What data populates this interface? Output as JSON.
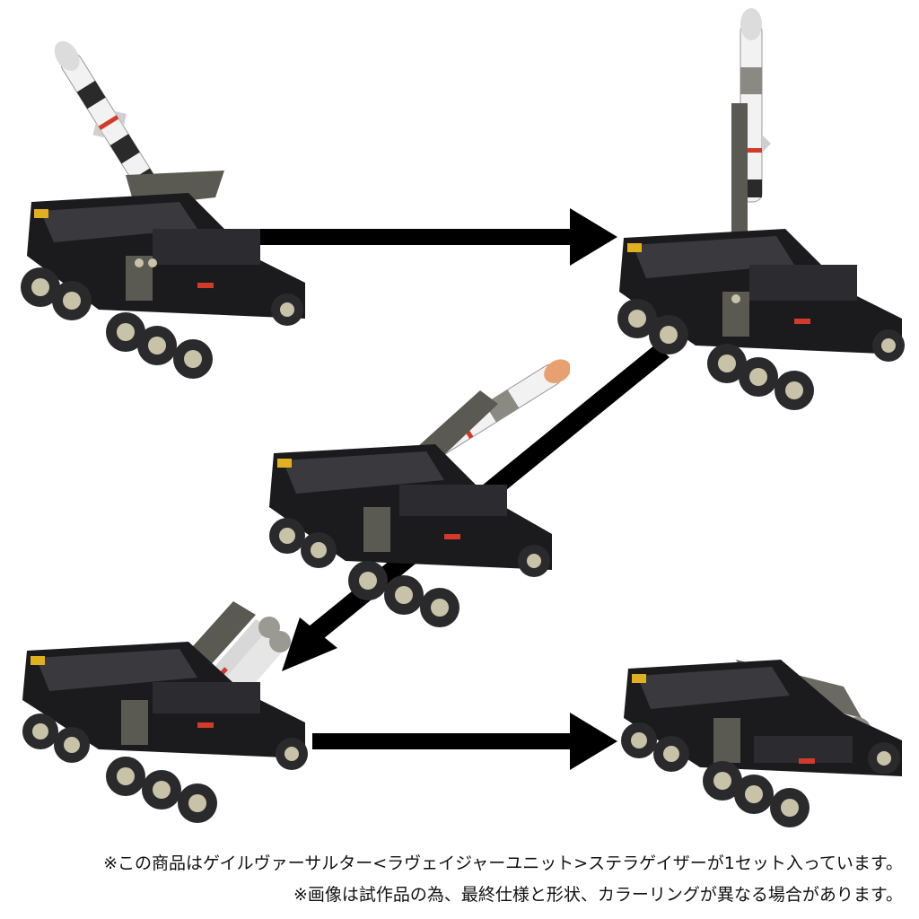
{
  "image": {
    "subject": "transformable toy vehicle with missile launcher shown in five poses",
    "colors": {
      "background": "#ffffff",
      "body": "#1b1b1d",
      "body_light": "#3a3a3e",
      "wheel": "#2a2a2c",
      "rim": "#c8c2a8",
      "missile": "#f2f2f2",
      "missile_band": "#2a2a2a",
      "accent_red": "#d23a2a",
      "accent_yellow": "#e0b020",
      "launcher": "#5a5a52",
      "arrow": "#000000"
    }
  },
  "captions": [
    "※この商品はゲイルヴァーサルター<ラヴェイジャーユニット>ステラゲイザーが1セット入っています。",
    "※画像は試作品の為、最終仕様と形状、カラーリングが異なる場合があります。"
  ]
}
